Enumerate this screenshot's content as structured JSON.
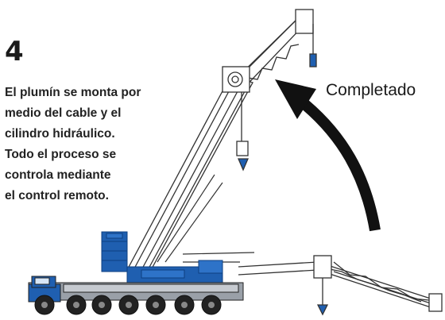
{
  "step": {
    "number": "4"
  },
  "description": {
    "lines": [
      "El plumín se monta por",
      "medio del cable y el",
      "cilindro hidráulico.",
      "Todo el proceso se",
      "controla mediante",
      "el control remoto."
    ]
  },
  "status": {
    "label": "Completado"
  },
  "colors": {
    "crane_body": "#1f5fb0",
    "crane_dark": "#0e3f80",
    "boom_outline": "#333333",
    "arrow": "#111111"
  }
}
